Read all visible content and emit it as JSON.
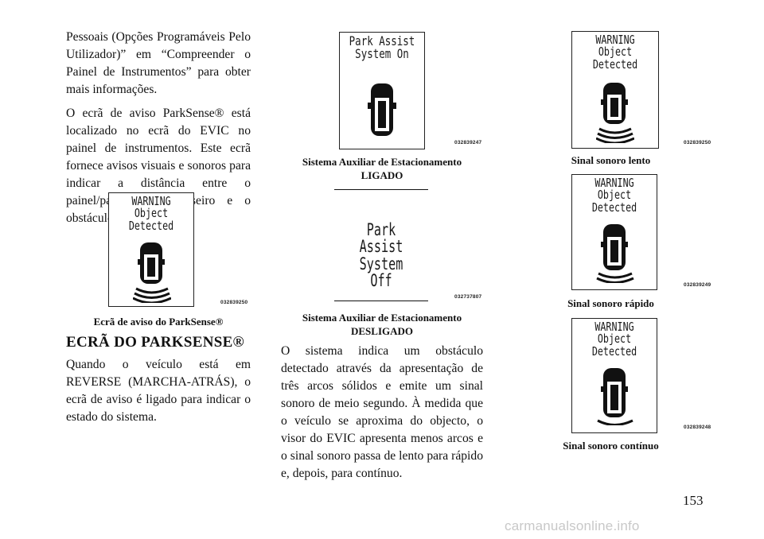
{
  "column1": {
    "paragraph1": "Pessoais (Opções Programáveis Pelo Utilizador)” em “Compreender o Painel de Instrumentos” para obter mais informações.",
    "paragraph2": "O ecrã de aviso ParkSense® está localizado no ecrã do EVIC no painel de instrumentos. Este ecrã fornece avisos visuais e sonoros para indicar a distância entre o painel/pára-choques traseiro e o obstáculo detectado.",
    "figure": {
      "screen_lines": [
        "WARNING",
        "Object",
        "Detected"
      ],
      "code": "032839250",
      "caption": "Ecrã de aviso do ParkSense®"
    },
    "heading": "ECRÃ DO PARKSENSE®",
    "paragraph3": "Quando o veículo está em REVERSE (MARCHA-ATRÁS), o ecrã de aviso é ligado para indicar o estado do sistema."
  },
  "column2": {
    "figure_on": {
      "screen_lines": [
        "Park Assist",
        "System On"
      ],
      "code": "032839247",
      "caption_line1": "Sistema Auxiliar de Estacionamento",
      "caption_line2": "LIGADO"
    },
    "figure_off": {
      "screen_lines": [
        "Park Assist",
        "System",
        "Off"
      ],
      "code": "032737807",
      "caption_line1": "Sistema Auxiliar de Estacionamento",
      "caption_line2": "DESLIGADO"
    },
    "paragraph": "O sistema indica um obstáculo detectado através da apresentação de três arcos sólidos e emite um sinal sonoro de meio segundo. À medida que o veículo se aproxima do objecto, o visor do EVIC apresenta menos arcos e o sinal sonoro passa de lento para rápido e, depois, para contínuo."
  },
  "column3": {
    "figure_slow": {
      "screen_lines": [
        "WARNING",
        "Object",
        "Detected"
      ],
      "code": "032839250",
      "caption": "Sinal sonoro lento"
    },
    "figure_fast": {
      "screen_lines": [
        "WARNING",
        "Object",
        "Detected"
      ],
      "code": "032839249",
      "caption": "Sinal sonoro rápido"
    },
    "figure_continuous": {
      "screen_lines": [
        "WARNING",
        "Object",
        "Detected"
      ],
      "code": "032839248",
      "caption": "Sinal sonoro contínuo"
    }
  },
  "page_number": "153",
  "watermark": "carmanualsonline.info"
}
